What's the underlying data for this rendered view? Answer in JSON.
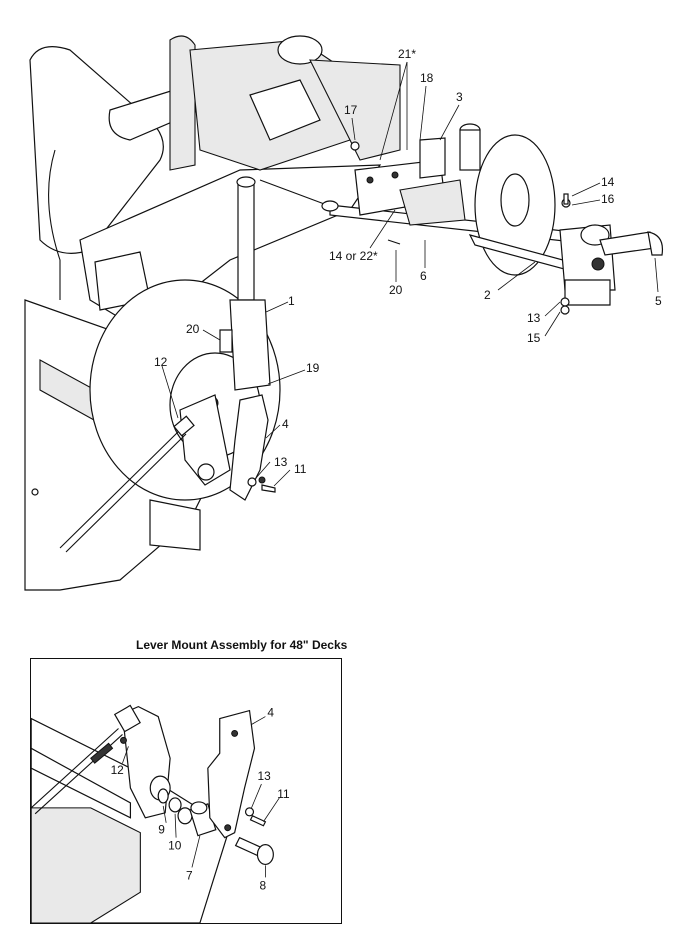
{
  "main_callouts": {
    "c21": "21*",
    "c18": "18",
    "c3": "3",
    "c17": "17",
    "c14a": "14",
    "c16": "16",
    "c14or22": "14 or 22*",
    "c20a": "20",
    "c6": "6",
    "c2": "2",
    "c5": "5",
    "c13a": "13",
    "c15": "15",
    "c1": "1",
    "c20b": "20",
    "c12": "12",
    "c19": "19",
    "c4": "4",
    "c13b": "13",
    "c11": "11"
  },
  "inset": {
    "title": "Lever Mount Assembly for 48\" Decks",
    "callouts": {
      "c4": "4",
      "c12": "12",
      "c13": "13",
      "c11": "11",
      "c9": "9",
      "c10": "10",
      "c7": "7",
      "c8": "8"
    }
  }
}
